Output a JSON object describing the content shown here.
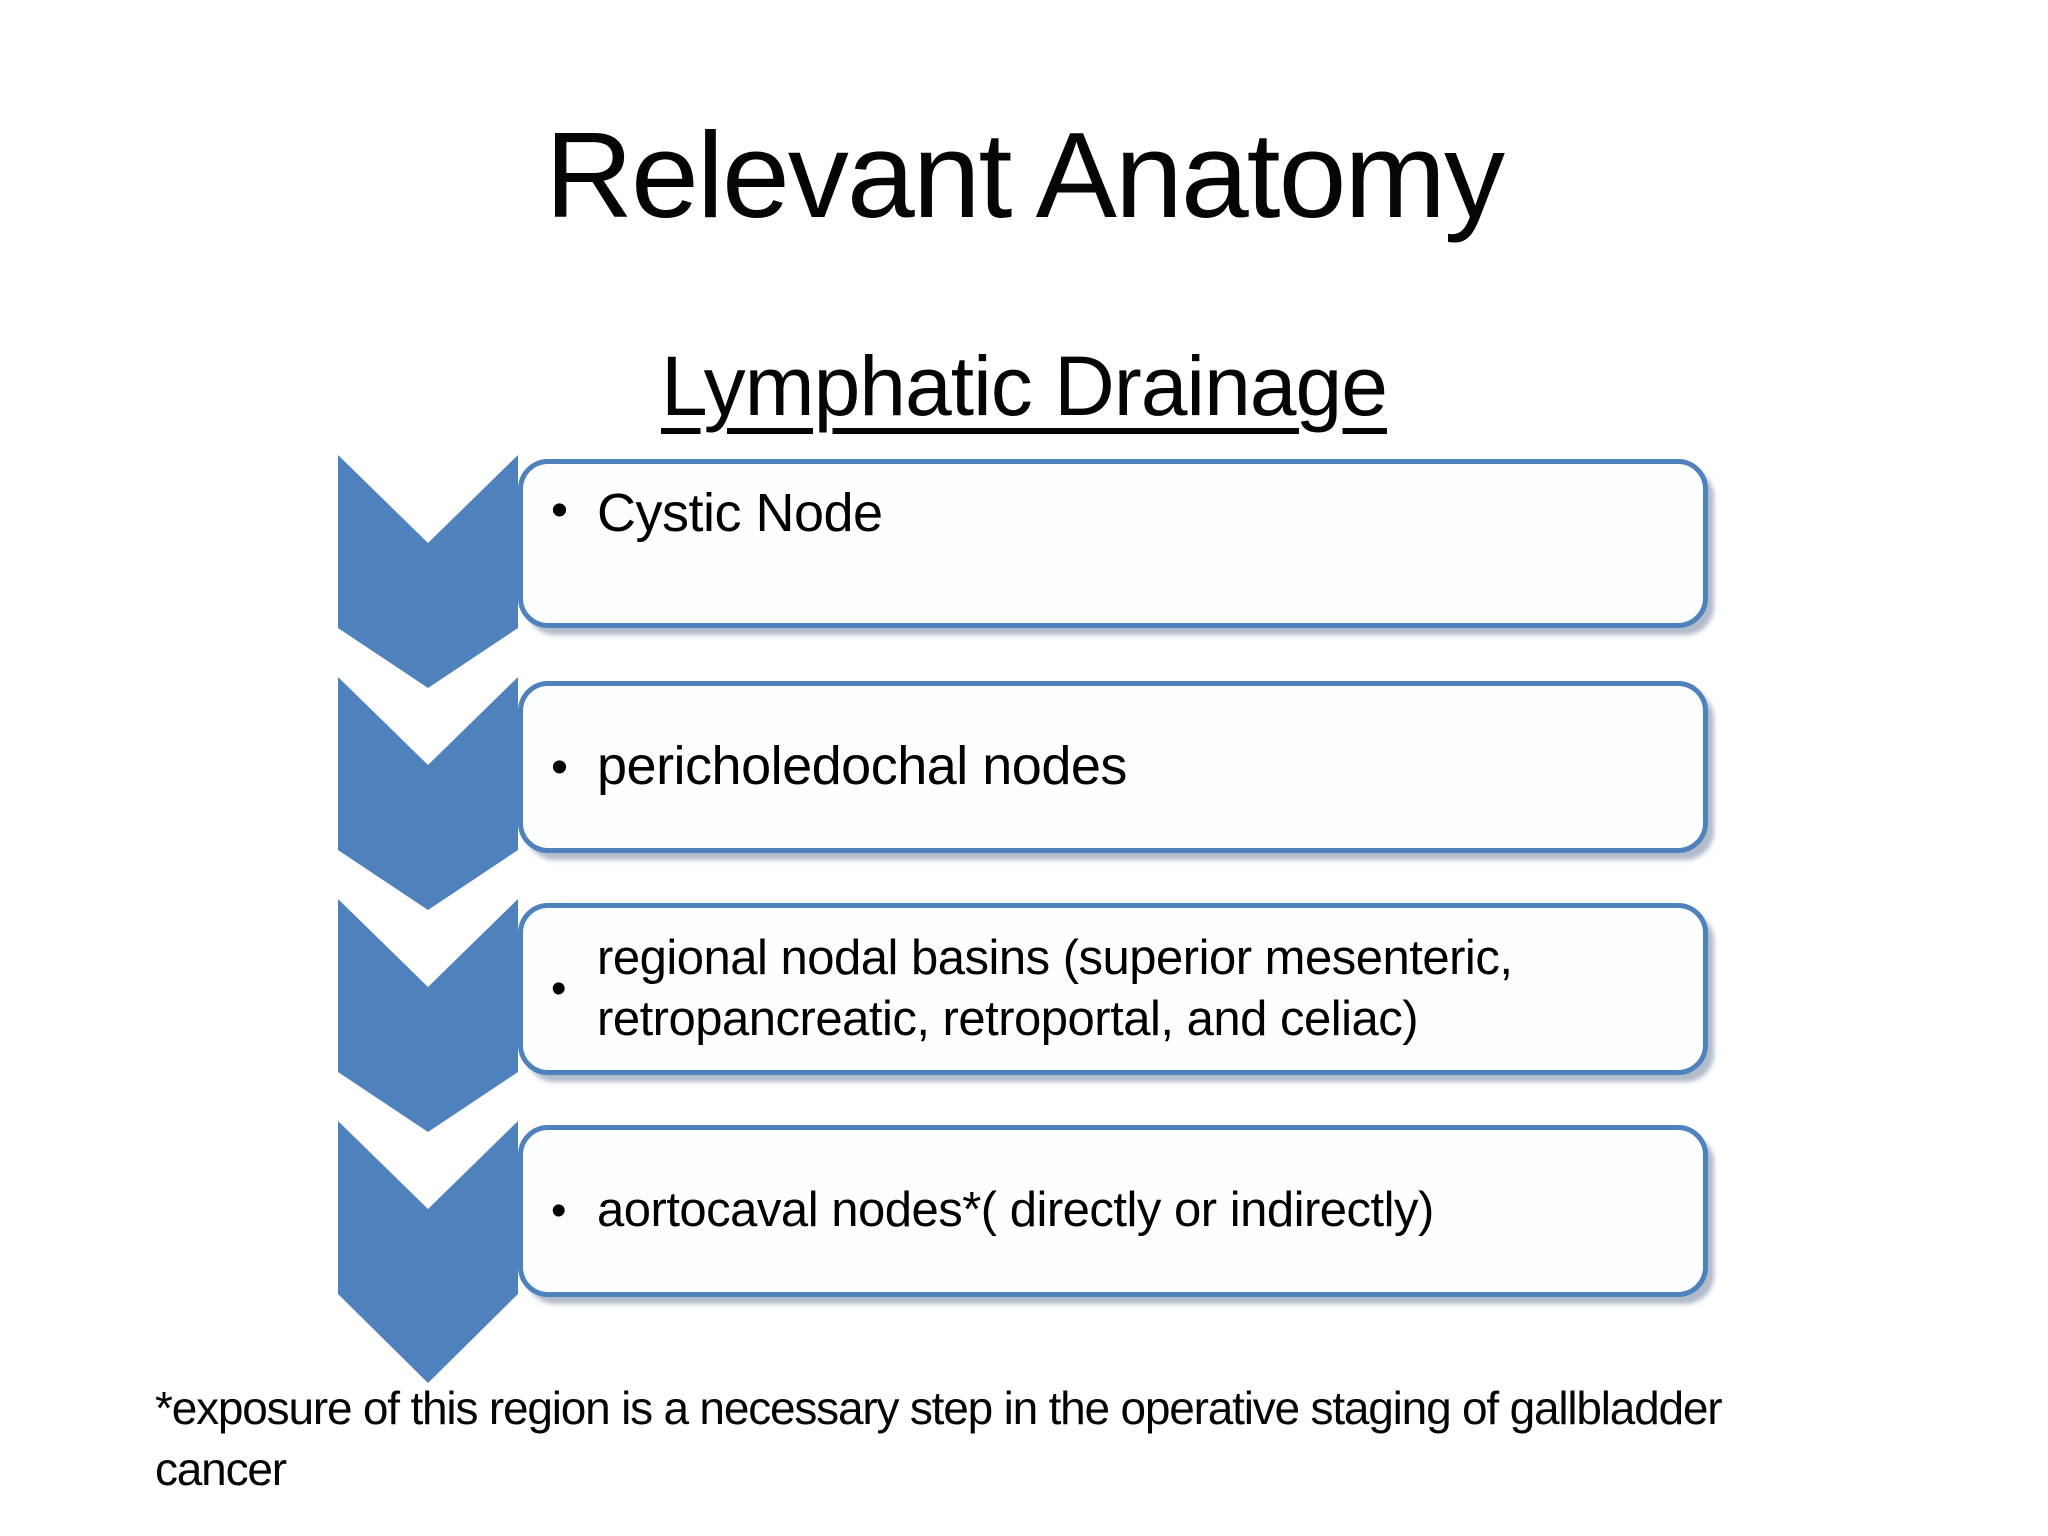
{
  "slide": {
    "title": "Relevant Anatomy",
    "subtitle": "Lymphatic Drainage",
    "footnote_lines": [
      "*exposure of this region is a necessary step in the operative staging of gallbladder",
      "cancer"
    ]
  },
  "diagram": {
    "type": "vertical-chevron-list",
    "bullet_char": "•",
    "items": [
      {
        "lines": [
          "Cystic Node"
        ]
      },
      {
        "lines": [
          "pericholedochal nodes"
        ]
      },
      {
        "lines": [
          "regional nodal basins (superior mesenteric,",
          "retropancreatic, retroportal, and celiac)"
        ]
      },
      {
        "lines": [
          "aortocaval nodes*( directly or indirectly)"
        ]
      }
    ]
  },
  "colors": {
    "chevron_blue": "#4f81bd",
    "box_border_blue": "#4f81bd",
    "box_fill": "#fdfeff",
    "text_black": "#050505"
  }
}
